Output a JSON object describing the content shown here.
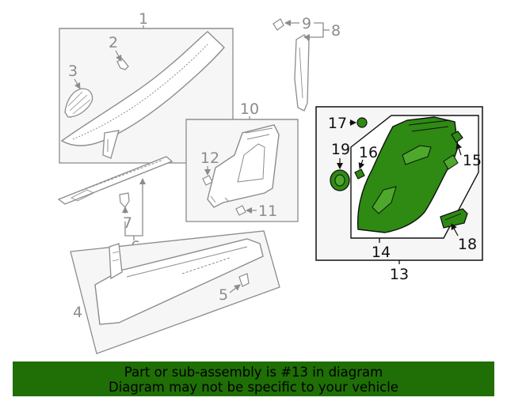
{
  "callouts": {
    "c1": "1",
    "c2": "2",
    "c3": "3",
    "c4": "4",
    "c5": "5",
    "c6": "6",
    "c7": "7",
    "c8": "8",
    "c9": "9",
    "c10": "10",
    "c11": "11",
    "c12": "12",
    "c13": "13",
    "c14": "14",
    "c15": "15",
    "c16": "16",
    "c17": "17",
    "c18": "18",
    "c19": "19"
  },
  "banner": {
    "line1": "Part or sub-assembly is #13 in diagram",
    "line2": "Diagram may not be specific to your vehicle"
  },
  "colors": {
    "highlight": "#1f6e06",
    "part_fill": "#2e8a12",
    "outline_grey": "#8c8c8c",
    "outline_black": "#111111",
    "panel_fill": "#f6f6f6"
  }
}
